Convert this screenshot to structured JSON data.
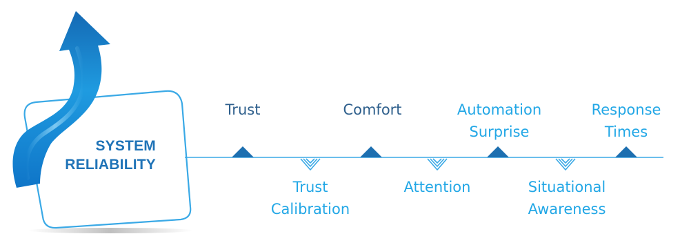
{
  "card": {
    "line1": "SYSTEM",
    "line2": "RELIABILITY"
  },
  "colors": {
    "accent": "#1f9fe0",
    "dark_blue": "#1f73b7",
    "text_dark": "#2e5f8c",
    "text_light": "#22a7e6",
    "outline": "#3aa9e6",
    "marker": "#1d6fb0"
  },
  "factors_top": [
    {
      "lines": [
        "Trust"
      ],
      "tone": "dark"
    },
    {
      "lines": [
        "Comfort"
      ],
      "tone": "dark"
    },
    {
      "lines": [
        "Automation",
        "Surprise"
      ],
      "tone": "light"
    },
    {
      "lines": [
        "Response",
        "Times"
      ],
      "tone": "light"
    }
  ],
  "factors_bottom": [
    {
      "lines": [
        "Trust",
        "Calibration"
      ],
      "tone": "light"
    },
    {
      "lines": [
        "Attention"
      ],
      "tone": "light"
    },
    {
      "lines": [
        "Situational",
        "Awareness"
      ],
      "tone": "light"
    }
  ]
}
